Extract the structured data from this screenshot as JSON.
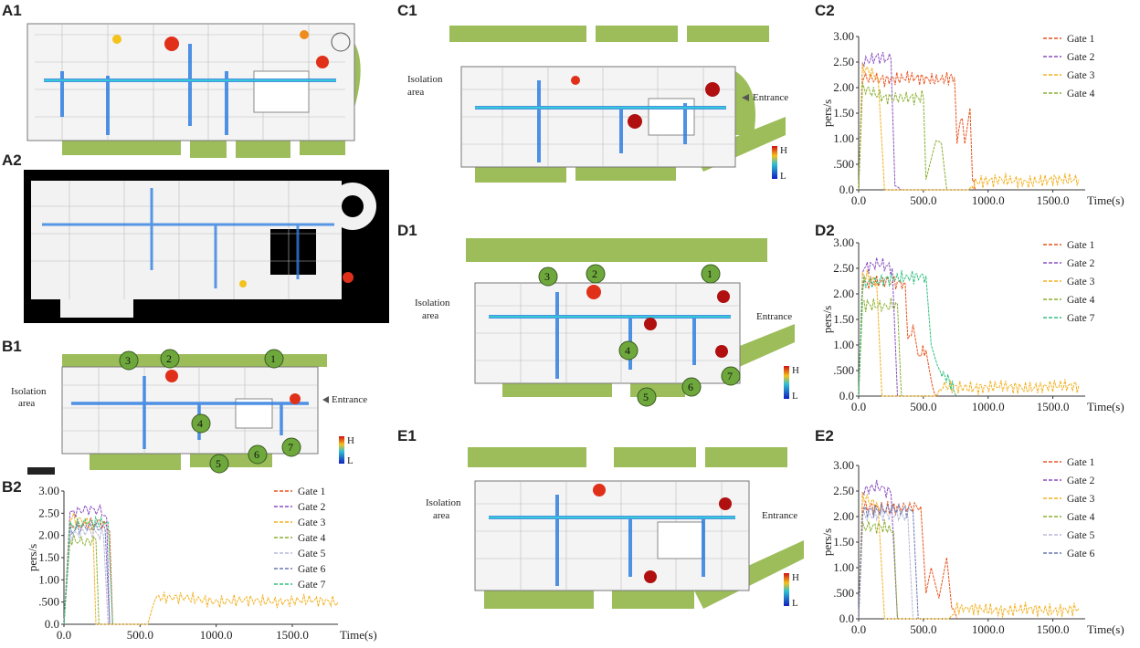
{
  "panels": {
    "A1": "A1",
    "A2": "A2",
    "B1": "B1",
    "B2": "B2",
    "C1": "C1",
    "C2": "C2",
    "D1": "D1",
    "D2": "D2",
    "E1": "E1",
    "E2": "E2"
  },
  "map_text": {
    "isolation_1": "Isolation",
    "isolation_2": "area",
    "entrance": "Entrance",
    "scale_h": "H",
    "scale_l": "L"
  },
  "gate_markers": [
    "1",
    "2",
    "3",
    "4",
    "5",
    "6",
    "7"
  ],
  "colors": {
    "gate1": "#e8541e",
    "gate2": "#8a4ec0",
    "gate3": "#f2b01e",
    "gate4": "#8ab030",
    "gate5": "#b8b8d8",
    "gate6": "#6a78b0",
    "gate7": "#30c080",
    "floor_green": "#9cbd5a",
    "marker_green": "#6ea83c"
  },
  "chart_data": [
    {
      "id": "B2",
      "type": "line",
      "xlabel": "Time(s)",
      "ylabel": "pers/s",
      "xlim": [
        0,
        1800
      ],
      "ylim": [
        0,
        3.0
      ],
      "xticks": [
        "0.0",
        "500.0",
        "1000.0",
        "1500.0"
      ],
      "yticks": [
        "0.0",
        ".500",
        "1.00",
        "1.50",
        "2.00",
        "2.50",
        "3.00"
      ],
      "series": [
        {
          "name": "Gate 1",
          "color": "#e8541e",
          "points": [
            [
              0,
              0
            ],
            [
              40,
              2.2
            ],
            [
              150,
              2.25
            ],
            [
              250,
              2.3
            ],
            [
              300,
              2.1
            ],
            [
              320,
              0
            ]
          ]
        },
        {
          "name": "Gate 2",
          "color": "#8a4ec0",
          "points": [
            [
              0,
              0
            ],
            [
              40,
              2.5
            ],
            [
              150,
              2.6
            ],
            [
              250,
              2.55
            ],
            [
              280,
              2.4
            ],
            [
              300,
              0
            ]
          ]
        },
        {
          "name": "Gate 3",
          "color": "#f2b01e",
          "points": [
            [
              0,
              0
            ],
            [
              40,
              2.4
            ],
            [
              150,
              2.3
            ],
            [
              190,
              2.2
            ],
            [
              210,
              0
            ],
            [
              550,
              0
            ],
            [
              600,
              0.6
            ],
            [
              800,
              0.6
            ],
            [
              1000,
              0.5
            ],
            [
              1200,
              0.55
            ],
            [
              1400,
              0.5
            ],
            [
              1600,
              0.55
            ],
            [
              1800,
              0.5
            ]
          ]
        },
        {
          "name": "Gate 4",
          "color": "#8ab030",
          "points": [
            [
              0,
              0
            ],
            [
              40,
              1.9
            ],
            [
              150,
              1.85
            ],
            [
              210,
              1.9
            ],
            [
              230,
              0
            ]
          ]
        },
        {
          "name": "Gate 5",
          "color": "#b8b8d8",
          "points": [
            [
              0,
              0
            ],
            [
              40,
              2.0
            ],
            [
              150,
              2.1
            ],
            [
              260,
              2.0
            ],
            [
              290,
              0
            ]
          ]
        },
        {
          "name": "Gate 6",
          "color": "#6a78b0",
          "points": [
            [
              0,
              0
            ],
            [
              40,
              2.1
            ],
            [
              150,
              2.2
            ],
            [
              270,
              2.15
            ],
            [
              300,
              0
            ]
          ]
        },
        {
          "name": "Gate 7",
          "color": "#30c080",
          "points": [
            [
              0,
              0
            ],
            [
              40,
              2.2
            ],
            [
              150,
              2.3
            ],
            [
              290,
              2.3
            ],
            [
              320,
              0
            ]
          ]
        }
      ]
    },
    {
      "id": "C2",
      "type": "line",
      "xlabel": "Time(s)",
      "ylabel": "pers/s",
      "xlim": [
        0,
        1750
      ],
      "ylim": [
        0,
        3.0
      ],
      "xticks": [
        "0.0",
        "500.0",
        "1000.0",
        "1500.0"
      ],
      "yticks": [
        "0.0",
        ".500",
        "1.00",
        "1.50",
        "2.00",
        "2.50",
        "3.00"
      ],
      "series": [
        {
          "name": "Gate 1",
          "color": "#e8541e",
          "points": [
            [
              0,
              0
            ],
            [
              30,
              2.2
            ],
            [
              200,
              2.15
            ],
            [
              400,
              2.2
            ],
            [
              600,
              2.15
            ],
            [
              740,
              2.2
            ],
            [
              760,
              1.0
            ],
            [
              800,
              1.4
            ],
            [
              820,
              0.9
            ],
            [
              860,
              1.6
            ],
            [
              880,
              0.2
            ],
            [
              900,
              0
            ]
          ]
        },
        {
          "name": "Gate 2",
          "color": "#8a4ec0",
          "points": [
            [
              0,
              0
            ],
            [
              30,
              2.5
            ],
            [
              150,
              2.6
            ],
            [
              250,
              2.55
            ],
            [
              280,
              0.1
            ],
            [
              330,
              0
            ]
          ]
        },
        {
          "name": "Gate 3",
          "color": "#f2b01e",
          "points": [
            [
              0,
              0
            ],
            [
              30,
              2.4
            ],
            [
              150,
              2.2
            ],
            [
              200,
              0
            ],
            [
              850,
              0
            ],
            [
              900,
              0.15
            ],
            [
              1100,
              0.2
            ],
            [
              1300,
              0.15
            ],
            [
              1500,
              0.2
            ],
            [
              1700,
              0.2
            ]
          ]
        },
        {
          "name": "Gate 4",
          "color": "#8ab030",
          "points": [
            [
              0,
              0
            ],
            [
              30,
              2.0
            ],
            [
              200,
              1.8
            ],
            [
              500,
              1.8
            ],
            [
              520,
              0.2
            ],
            [
              600,
              1.0
            ],
            [
              640,
              0.9
            ],
            [
              680,
              0
            ]
          ]
        }
      ]
    },
    {
      "id": "D2",
      "type": "line",
      "xlabel": "Time(s)",
      "ylabel": "pers/s",
      "xlim": [
        0,
        1750
      ],
      "ylim": [
        0,
        3.0
      ],
      "xticks": [
        "0.0",
        "500.0",
        "1000.0",
        "1500.0"
      ],
      "yticks": [
        "0.0",
        ".500",
        "1.00",
        "1.50",
        "2.00",
        "2.50",
        "3.00"
      ],
      "series": [
        {
          "name": "Gate 1",
          "color": "#e8541e",
          "points": [
            [
              0,
              0
            ],
            [
              30,
              2.2
            ],
            [
              200,
              2.25
            ],
            [
              360,
              2.2
            ],
            [
              380,
              1.0
            ],
            [
              420,
              1.4
            ],
            [
              460,
              0.8
            ],
            [
              520,
              0.9
            ],
            [
              560,
              0.3
            ],
            [
              600,
              0
            ]
          ]
        },
        {
          "name": "Gate 2",
          "color": "#8a4ec0",
          "points": [
            [
              0,
              0
            ],
            [
              30,
              2.5
            ],
            [
              150,
              2.6
            ],
            [
              260,
              2.5
            ],
            [
              300,
              0
            ]
          ]
        },
        {
          "name": "Gate 3",
          "color": "#f2b01e",
          "points": [
            [
              0,
              0
            ],
            [
              30,
              2.4
            ],
            [
              140,
              2.2
            ],
            [
              180,
              0
            ],
            [
              600,
              0
            ],
            [
              650,
              0.2
            ],
            [
              900,
              0.15
            ],
            [
              1100,
              0.2
            ],
            [
              1300,
              0.15
            ],
            [
              1500,
              0.2
            ],
            [
              1700,
              0.2
            ]
          ]
        },
        {
          "name": "Gate 4",
          "color": "#8ab030",
          "points": [
            [
              0,
              0
            ],
            [
              30,
              1.8
            ],
            [
              200,
              1.75
            ],
            [
              300,
              1.8
            ],
            [
              330,
              0
            ]
          ]
        },
        {
          "name": "Gate 7",
          "color": "#30c080",
          "points": [
            [
              0,
              0
            ],
            [
              30,
              2.2
            ],
            [
              250,
              2.3
            ],
            [
              520,
              2.35
            ],
            [
              560,
              1.0
            ],
            [
              620,
              0.5
            ],
            [
              700,
              0.3
            ],
            [
              760,
              0
            ]
          ]
        }
      ]
    },
    {
      "id": "E2",
      "type": "line",
      "xlabel": "Time(s)",
      "ylabel": "pers/s",
      "xlim": [
        0,
        1750
      ],
      "ylim": [
        0,
        3.0
      ],
      "xticks": [
        "0.0",
        "500.0",
        "1000.0",
        "1500.0"
      ],
      "yticks": [
        "0.0",
        ".500",
        "1.00",
        "1.50",
        "2.00",
        "2.50",
        "3.00"
      ],
      "series": [
        {
          "name": "Gate 1",
          "color": "#e8541e",
          "points": [
            [
              0,
              0
            ],
            [
              30,
              2.2
            ],
            [
              200,
              2.15
            ],
            [
              480,
              2.2
            ],
            [
              520,
              0.5
            ],
            [
              560,
              1.0
            ],
            [
              620,
              0.4
            ],
            [
              680,
              1.2
            ],
            [
              720,
              0.2
            ],
            [
              760,
              0
            ]
          ]
        },
        {
          "name": "Gate 2",
          "color": "#8a4ec0",
          "points": [
            [
              0,
              0
            ],
            [
              30,
              2.5
            ],
            [
              150,
              2.6
            ],
            [
              250,
              2.45
            ],
            [
              300,
              0
            ]
          ]
        },
        {
          "name": "Gate 3",
          "color": "#f2b01e",
          "points": [
            [
              0,
              0
            ],
            [
              30,
              2.4
            ],
            [
              150,
              2.2
            ],
            [
              200,
              0
            ],
            [
              700,
              0
            ],
            [
              750,
              0.2
            ],
            [
              900,
              0.2
            ],
            [
              1100,
              0.15
            ],
            [
              1300,
              0.2
            ],
            [
              1500,
              0.15
            ],
            [
              1700,
              0.2
            ]
          ]
        },
        {
          "name": "Gate 4",
          "color": "#8ab030",
          "points": [
            [
              0,
              0
            ],
            [
              30,
              1.8
            ],
            [
              200,
              1.8
            ],
            [
              270,
              1.7
            ],
            [
              300,
              0
            ]
          ]
        },
        {
          "name": "Gate 5",
          "color": "#b8b8d8",
          "points": [
            [
              0,
              0
            ],
            [
              30,
              2.0
            ],
            [
              200,
              2.05
            ],
            [
              380,
              2.0
            ],
            [
              420,
              0
            ]
          ]
        },
        {
          "name": "Gate 6",
          "color": "#6a78b0",
          "points": [
            [
              0,
              0
            ],
            [
              30,
              2.1
            ],
            [
              250,
              2.15
            ],
            [
              420,
              2.1
            ],
            [
              460,
              0
            ]
          ]
        }
      ]
    }
  ]
}
